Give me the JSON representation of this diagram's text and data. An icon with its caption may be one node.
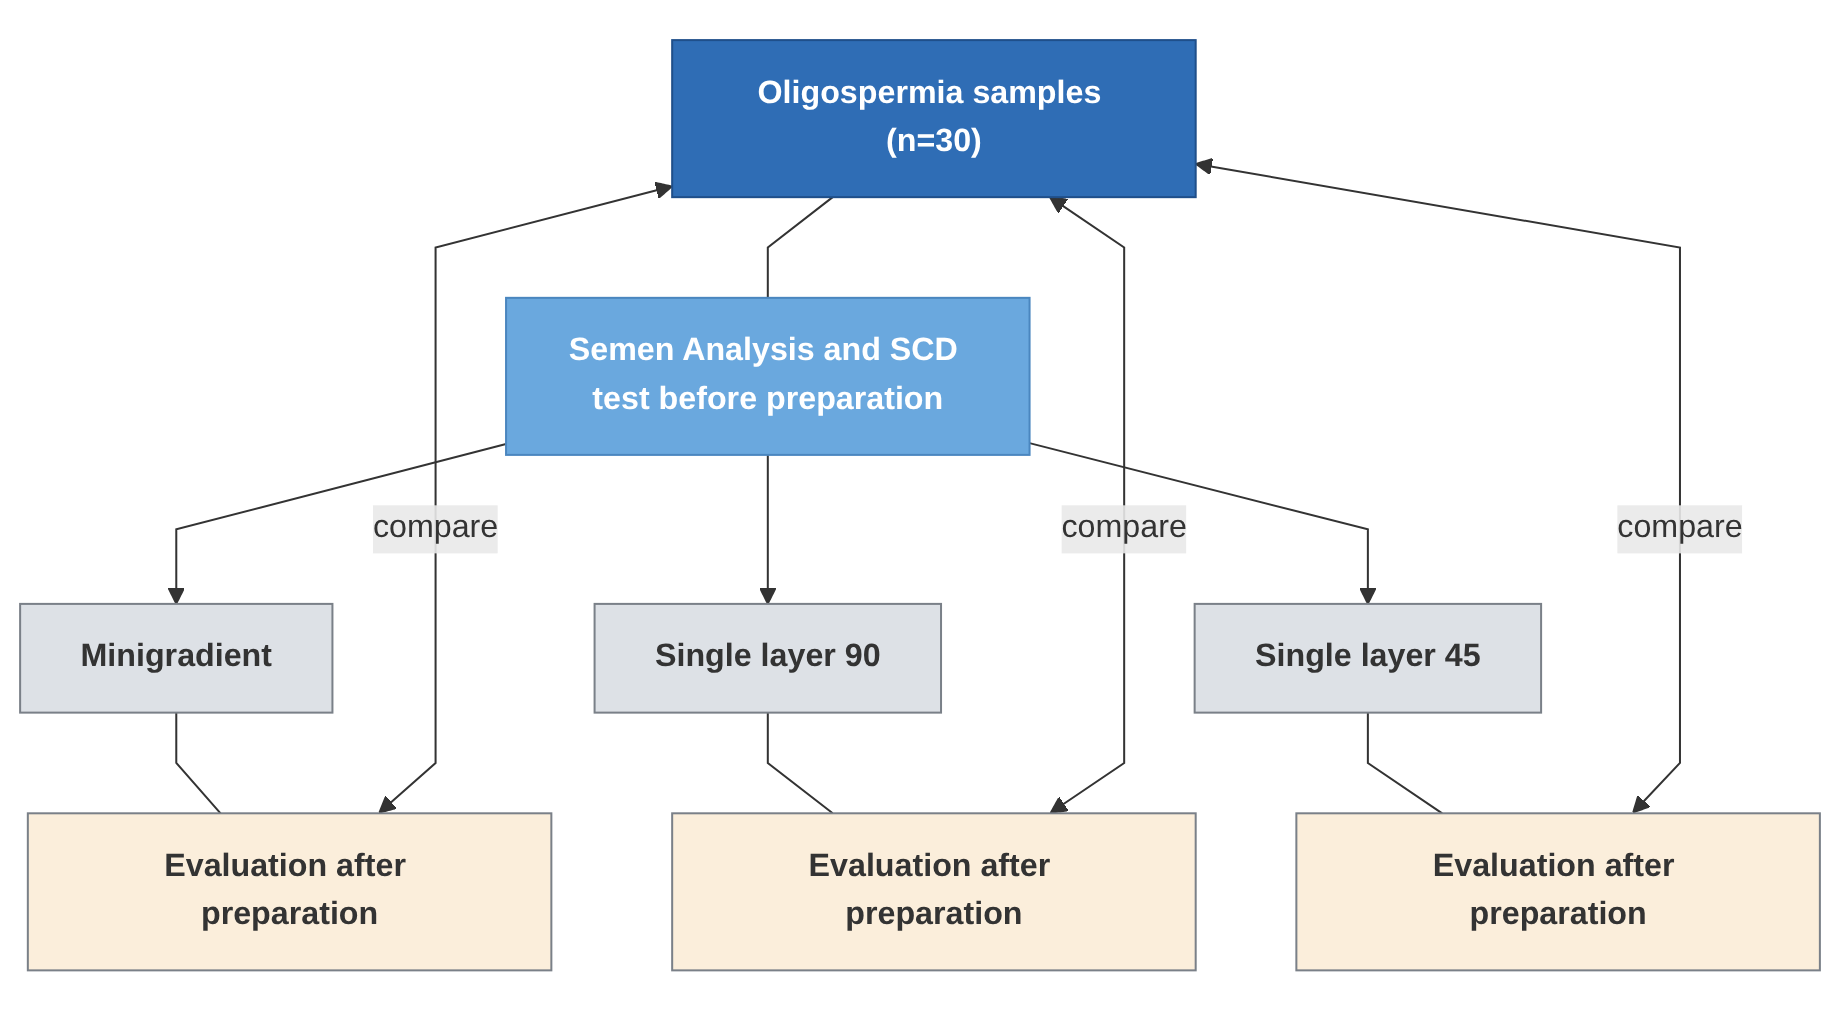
{
  "diagram": {
    "nodes": [
      {
        "text": [
          "Oligospermia samples (n=30)"
        ]
      },
      {
        "text": [
          "Semen Analysis and SCD test before preparation"
        ]
      },
      {
        "text": [
          "Minigradient"
        ]
      },
      {
        "text": [
          "Single layer 90"
        ]
      },
      {
        "text": [
          "Single layer 45"
        ]
      },
      {
        "text": [
          "Evaluation after preparation"
        ]
      },
      {
        "text": [
          "Evaluation after preparation"
        ]
      },
      {
        "text": [
          "Evaluation after preparation"
        ]
      }
    ],
    "edges": [
      {
        "from": 0,
        "to": 1,
        "arrow": "none"
      },
      {
        "from": 1,
        "to": 2,
        "arrow": "to"
      },
      {
        "from": 1,
        "to": 3,
        "arrow": "to"
      },
      {
        "from": 1,
        "to": 4,
        "arrow": "to"
      },
      {
        "from": 2,
        "to": 5,
        "arrow": "none"
      },
      {
        "from": 3,
        "to": 6,
        "arrow": "none"
      },
      {
        "from": 4,
        "to": 7,
        "arrow": "none"
      },
      {
        "from": 5,
        "to": 0,
        "arrow": "both",
        "label": "compare"
      },
      {
        "from": 6,
        "to": 0,
        "arrow": "both",
        "label": "compare"
      },
      {
        "from": 7,
        "to": 0,
        "arrow": "both",
        "label": "compare"
      }
    ]
  }
}
